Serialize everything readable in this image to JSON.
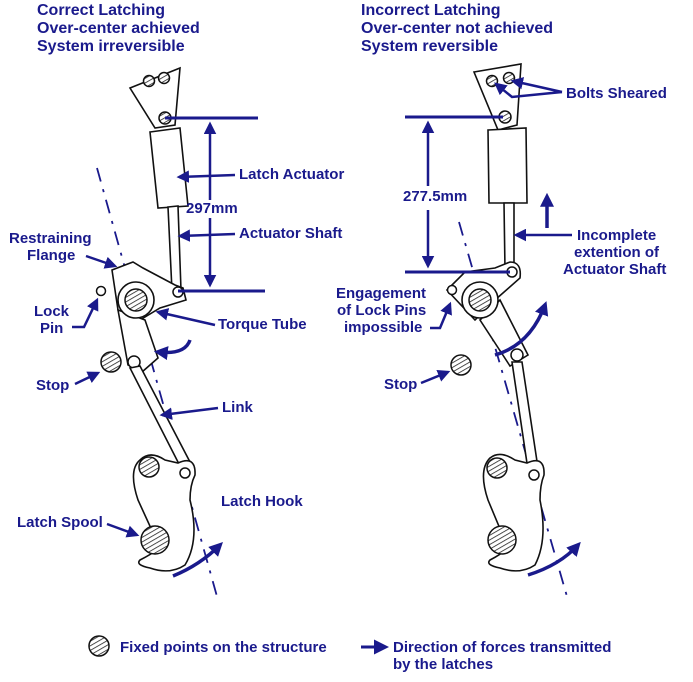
{
  "colors": {
    "accent": "#1a1a8c",
    "line": "#111111",
    "background": "#ffffff"
  },
  "left_panel": {
    "title": "Correct Latching",
    "subtitle_1": "Over-center achieved",
    "subtitle_2": "System irreversible",
    "dimension": "297mm",
    "labels": {
      "latch_actuator": "Latch Actuator",
      "actuator_shaft": "Actuator Shaft",
      "restraining_flange_1": "Restraining",
      "restraining_flange_2": "Flange",
      "lock_pin_1": "Lock",
      "lock_pin_2": "Pin",
      "torque_tube": "Torque Tube",
      "stop": "Stop",
      "link": "Link",
      "latch_hook": "Latch Hook",
      "latch_spool": "Latch Spool"
    }
  },
  "right_panel": {
    "title": "Incorrect Latching",
    "subtitle_1": "Over-center not achieved",
    "subtitle_2": "System reversible",
    "dimension": "277.5mm",
    "labels": {
      "bolts_sheared": "Bolts Sheared",
      "incomplete_1": "Incomplete",
      "incomplete_2": "extention of",
      "incomplete_3": "Actuator Shaft",
      "engagement_1": "Engagement",
      "engagement_2": "of Lock Pins",
      "engagement_3": "impossible",
      "stop": "Stop"
    }
  },
  "legend": {
    "fixed_points": "Fixed points on the structure",
    "direction_1": "Direction of forces transmitted",
    "direction_2": "by the latches"
  }
}
